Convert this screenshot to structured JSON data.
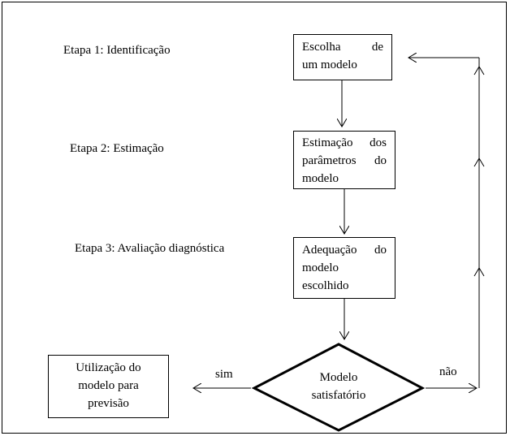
{
  "stages": [
    {
      "label": "Etapa 1: Identificação"
    },
    {
      "label": "Etapa 2: Estimação"
    },
    {
      "label": "Etapa 3: Avaliação diagnóstica"
    }
  ],
  "boxes": {
    "model_choice": {
      "line1_a": "Escolha",
      "line1_b": "de",
      "line2": "um modelo"
    },
    "estimation": {
      "line1_a": "Estimação",
      "line1_b": "dos",
      "line2_a": "parâmetros",
      "line2_b": "do",
      "line3": "modelo"
    },
    "adequacy": {
      "line1_a": "Adequação",
      "line1_b": "do",
      "line2": "modelo",
      "line3": "escolhido"
    },
    "usage": {
      "line1": "Utilização do",
      "line2": "modelo para",
      "line3": "previsão"
    }
  },
  "decision": {
    "line1": "Modelo",
    "line2": "satisfatório"
  },
  "edges": {
    "yes_label": "sim",
    "no_label": "não"
  }
}
